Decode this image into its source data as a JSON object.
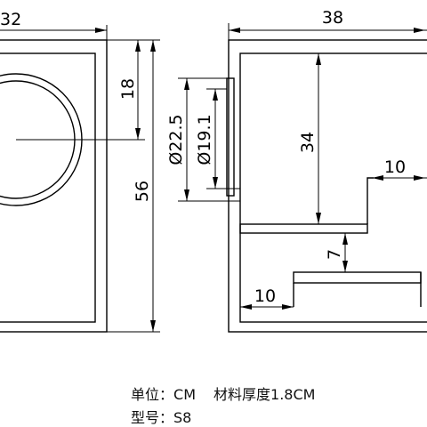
{
  "drawing": {
    "dimensions": {
      "front_width": "32",
      "front_height": "56",
      "woofer_center_offset": "18",
      "side_depth": "38",
      "side_upper_height": "34",
      "port_outer_diameter": "Ø22.5",
      "port_inner_diameter": "Ø19.1",
      "baffle_step_width": "10",
      "brace_gap": "7",
      "bottom_step_width": "10"
    },
    "notes": {
      "unit_label": "单位：",
      "unit_value": "CM",
      "material_label": "材料厚度",
      "material_value": "1.8CM",
      "model_label": "型号：",
      "model_value": "S8"
    }
  }
}
